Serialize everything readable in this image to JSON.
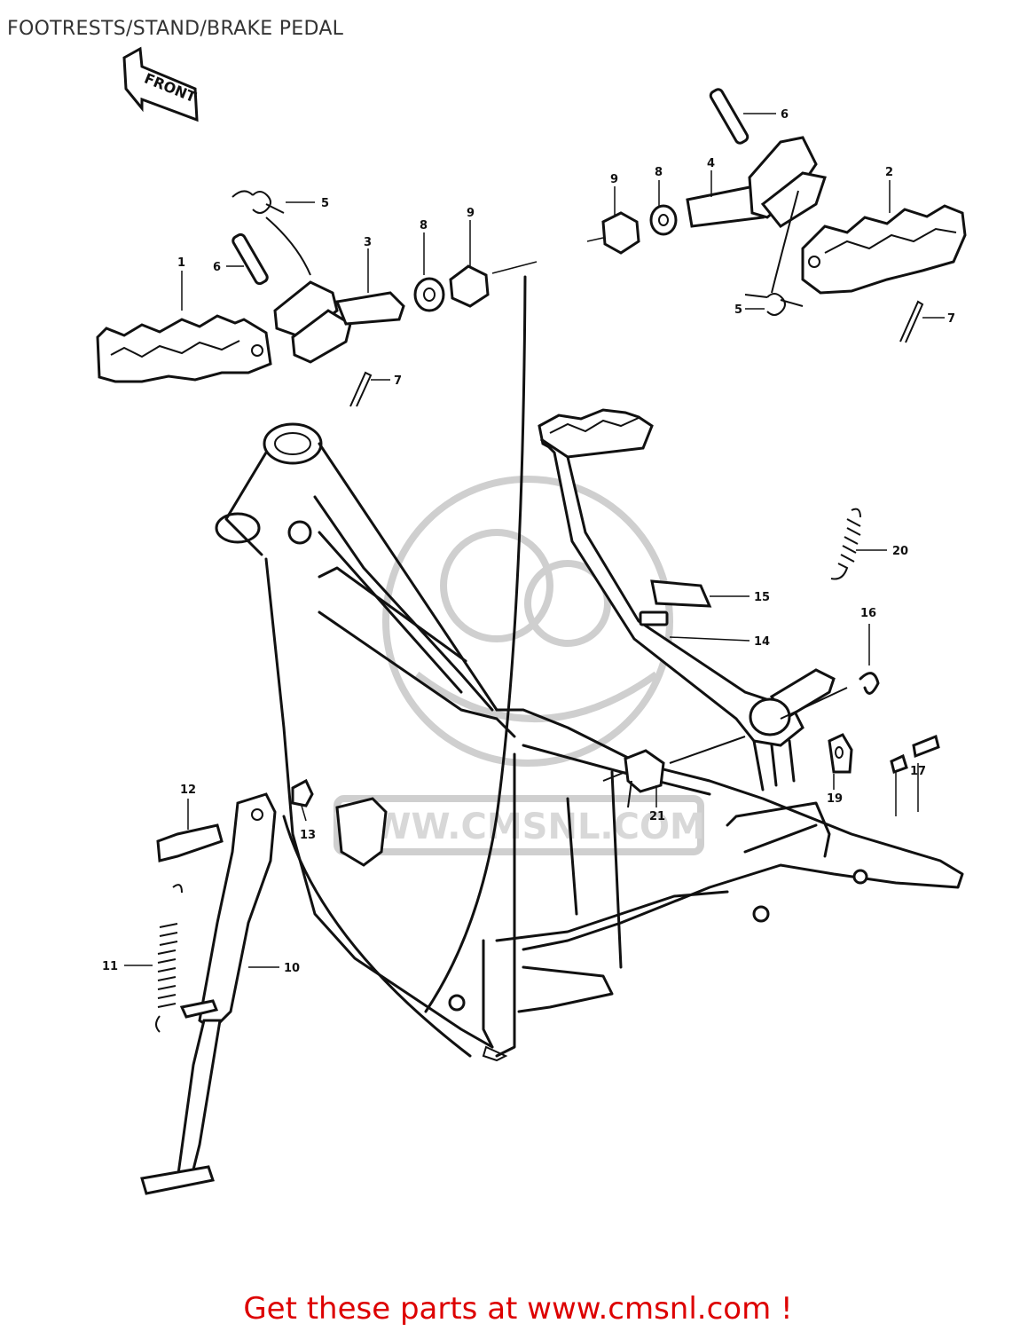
{
  "title": "FOOTRESTS/STAND/BRAKE PEDAL",
  "front_label": "FRONT",
  "watermark": "WWW.CMSNL.COM",
  "callouts": {
    "c1": "1",
    "c2": "2",
    "c3": "3",
    "c4": "4",
    "c5a": "5",
    "c5b": "5",
    "c6a": "6",
    "c6b": "6",
    "c7a": "7",
    "c7b": "7",
    "c8a": "8",
    "c8b": "8",
    "c9a": "9",
    "c9b": "9",
    "c10": "10",
    "c11": "11",
    "c12": "12",
    "c13": "13",
    "c14": "14",
    "c15": "15",
    "c16": "16",
    "c17": "17",
    "c19": "19",
    "c20": "20",
    "c21": "21"
  },
  "footer_text": "Get these parts at www.cmsnl.com !"
}
